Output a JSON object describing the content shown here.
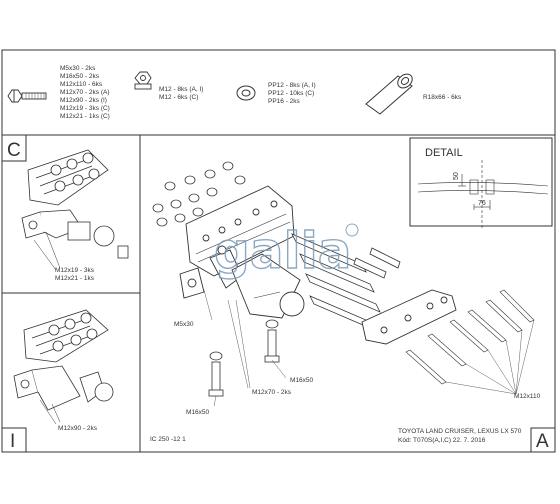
{
  "parts": {
    "bolt_list": [
      "M5x30 - 2ks",
      "M16x50 - 2ks",
      "M12x110 - 6ks",
      "M12x70 - 2ks (A)",
      "M12x90 - 2ks (I)",
      "M12x19 - 3ks (C)",
      "M12x21 - 1ks (C)"
    ],
    "nut_list": [
      "M12 - 8ks (A, I)",
      "M12 - 6ks (C)"
    ],
    "washer_list": [
      "PP12 - 8ks (A, I)",
      "PP12 - 10ks (C)",
      "PP16 - 2ks"
    ],
    "spacer_label": "R18x66 - 6ks"
  },
  "section_c": {
    "letter": "C",
    "callout_1": "M12x19 - 3ks",
    "callout_2": "M12x21 - 1ks"
  },
  "section_i": {
    "letter": "I",
    "callout": "M12x90 - 2ks"
  },
  "section_a": {
    "letter": "A",
    "callout_m5": "M5x30",
    "callout_m16_right": "M16x50",
    "callout_m12x70": "M12x70 - 2ks",
    "callout_m16_left": "M16x50",
    "callout_m12x110": "M12x110"
  },
  "detail": {
    "title": "DETAIL",
    "dim_vertical": "50",
    "dim_horizontal": "76"
  },
  "logo_text": "galia",
  "footer": {
    "code": "IC 250 -12 1",
    "vehicle": "TOYOTA LAND CRUISER, LEXUS LX 570",
    "kod": "Kód: T070S(A,I,C)  22. 7. 2016"
  }
}
